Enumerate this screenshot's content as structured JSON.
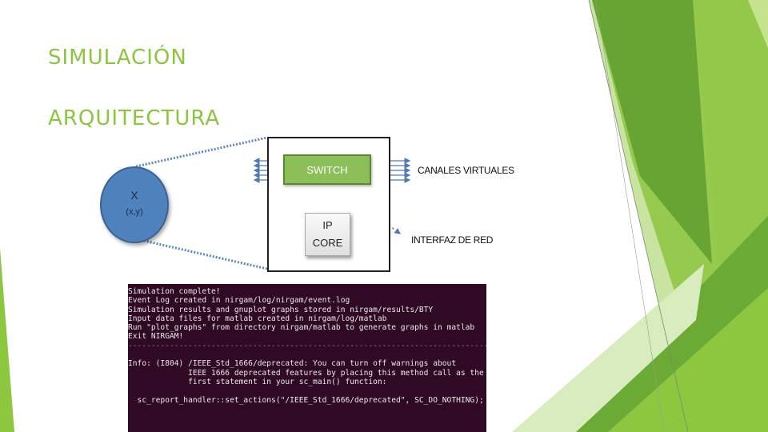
{
  "slide": {
    "title": "SIMULACIÓN",
    "subtitle": "ARQUITECTURA",
    "accent_color": "#8cc63f"
  },
  "diagram": {
    "node": {
      "label": "X",
      "coords": "(x,y)",
      "color": "#4f81bd"
    },
    "switch_label": "SWITCH",
    "ip_core_label": [
      "IP",
      "CORE"
    ],
    "channels_label": "CANALES VIRTUALES",
    "network_interface_label": "INTERFAZ DE RED"
  },
  "terminal": {
    "lines": [
      "Simulation complete!",
      "Event Log created in nirgam/log/nirgam/event.log",
      "Simulation results and gnuplot graphs stored in nirgam/results/BTY",
      "Input data files for matlab created in nirgam/log/matlab",
      "Run \"plot_graphs\" from directory nirgam/matlab to generate graphs in matlab",
      "Exit NIRGAM!",
      "------------------------------------------------------------------------------------",
      "",
      "Info: (I804) /IEEE_Std_1666/deprecated: You can turn off warnings about",
      "             IEEE 1666 deprecated features by placing this method call as the",
      "             first statement in your sc_main() function:",
      "",
      "  sc_report_handler::set_actions(\"/IEEE_Std_1666/deprecated\", SC_DO_NOTHING);"
    ]
  }
}
